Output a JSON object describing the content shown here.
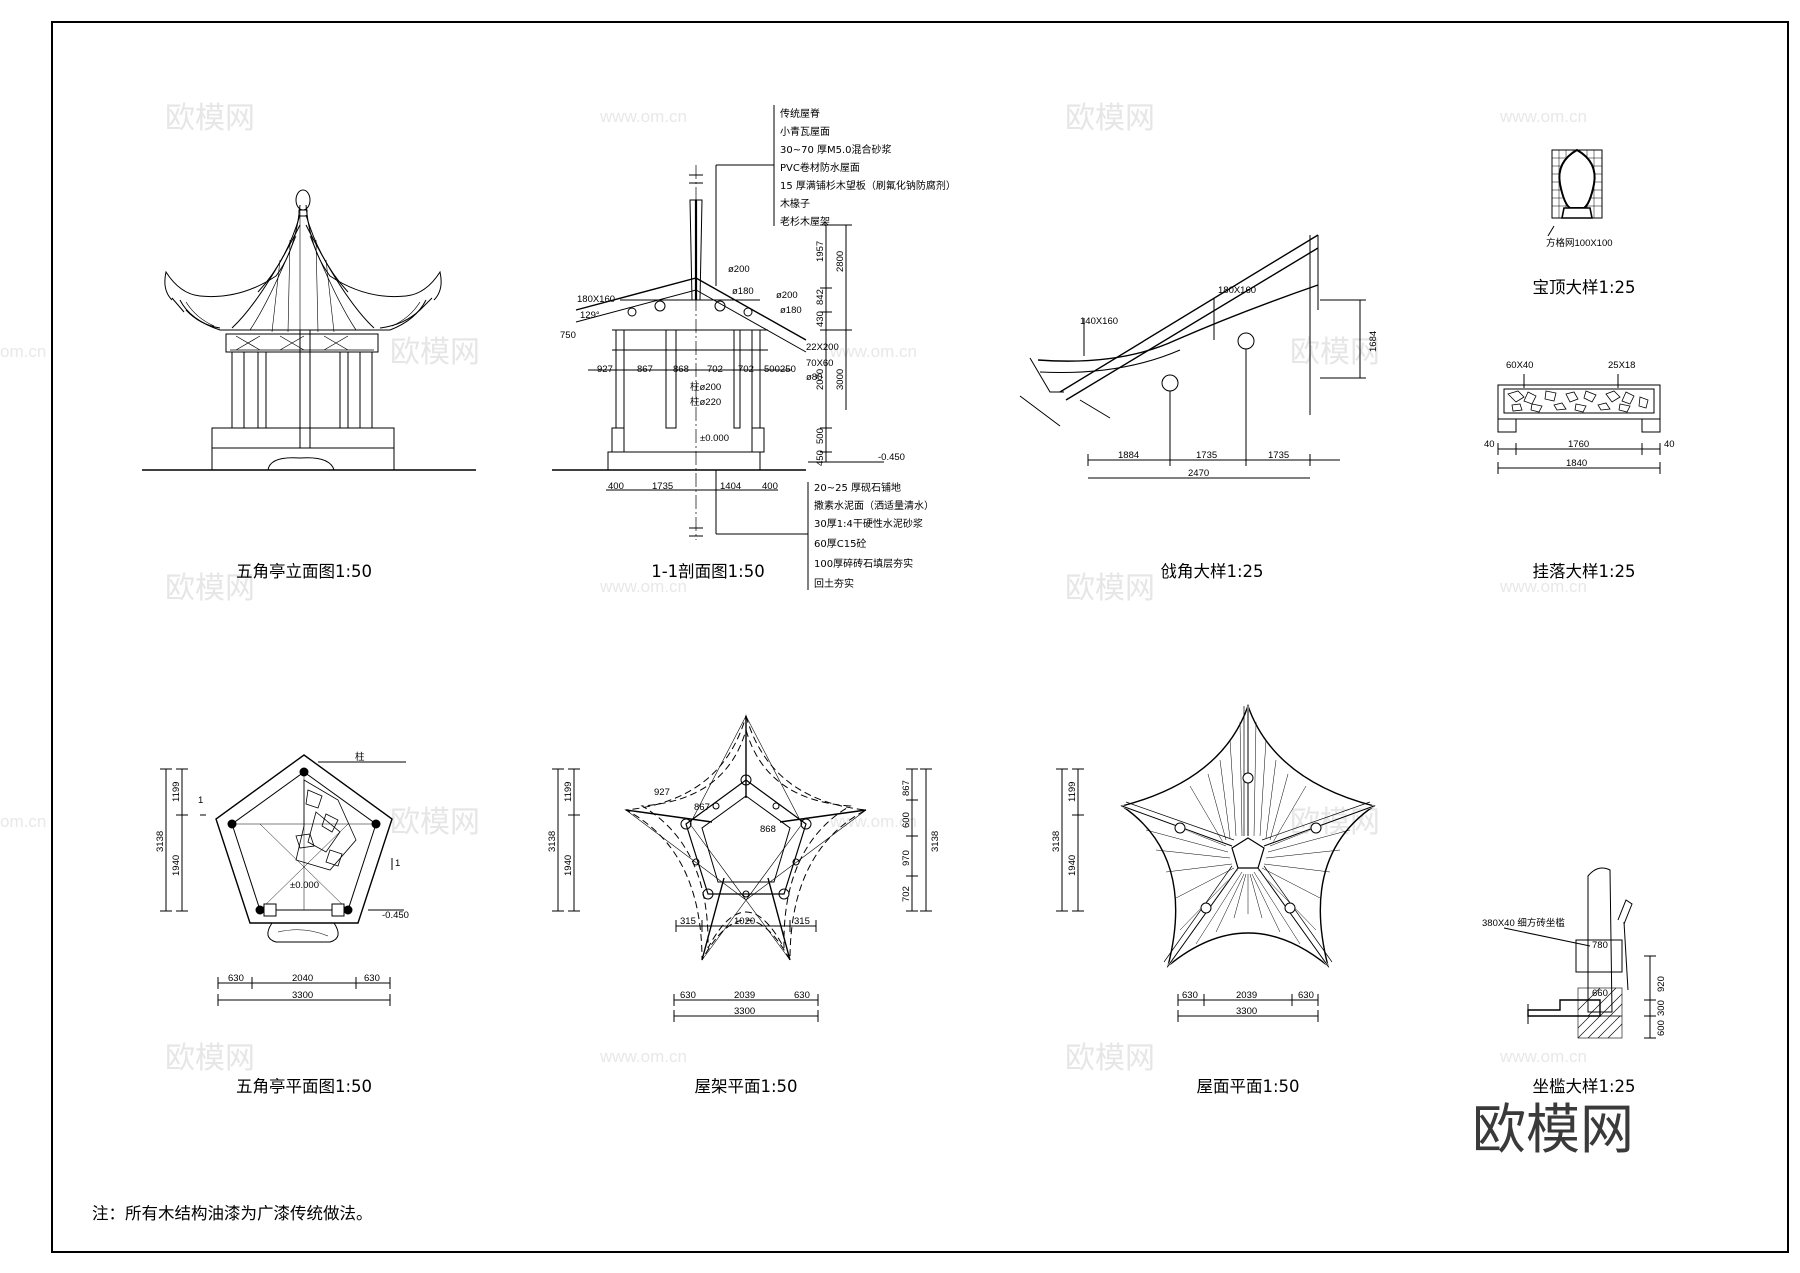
{
  "watermark": {
    "logo": "欧模网",
    "url": "www.om.cn",
    "url_edge": "om.cn"
  },
  "brand_mark": "欧模网",
  "note": "注：所有木结构油漆为广漆传统做法。",
  "drawings": {
    "elevation": {
      "title": "五角亭立面图1:50"
    },
    "section": {
      "title": "1-1剖面图1:50",
      "roof_layers": [
        "传统屋脊",
        "小青瓦屋面",
        "30~70 厚M5.0混合砂浆",
        "PVC卷材防水屋面",
        "15 厚满铺杉木望板（刷氟化钠防腐剂）",
        "木椽子",
        "老杉木屋架"
      ],
      "floor_layers": [
        "20~25 厚砚石铺地",
        "撒素水泥面（洒适量清水）",
        "30厚1:4干硬性水泥砂浆",
        "60厚C15砼",
        "100厚碎砖石填层夯实",
        "回土夯实"
      ],
      "member_labels": [
        "180X160",
        "129°",
        "750",
        "ø200",
        "ø180",
        "ø200",
        "ø180",
        "22X200",
        "70X60",
        "ø80",
        "柱ø200",
        "柱ø220",
        "±0.000",
        "-0.450"
      ],
      "dims_top": [
        "927",
        "867",
        "868",
        "702",
        "702",
        "500",
        "250"
      ],
      "dims_bottom": [
        "400",
        "1735",
        "1404",
        "400"
      ],
      "dims_right": [
        "1957",
        "842",
        "430",
        "2070",
        "500",
        "450"
      ],
      "dims_right_outer": [
        "2800",
        "3000"
      ]
    },
    "eave": {
      "title": "戗角大样1:25",
      "labels": [
        "180X160",
        "140X160",
        "1684",
        "1884",
        "1735",
        "1735",
        "2470"
      ]
    },
    "finial": {
      "title": "宝顶大样1:25",
      "label": "方格网100X100"
    },
    "hanging": {
      "title": "挂落大样1:25",
      "labels": [
        "60X40",
        "25X18"
      ],
      "dims": [
        "40",
        "1760",
        "40",
        "1840"
      ]
    },
    "plan": {
      "title": "五角亭平面图1:50",
      "labels": [
        "柱",
        "±0.000",
        "-0.450",
        "1",
        "1"
      ],
      "dims_left": [
        "1199",
        "1940",
        "3138"
      ],
      "dims_bottom": [
        "630",
        "2040",
        "630",
        "3300"
      ]
    },
    "roof_frame": {
      "title": "屋架平面1:50",
      "labels": [
        "927",
        "867",
        "868"
      ],
      "dims_left": [
        "1199",
        "1940",
        "3138"
      ],
      "dims_right": [
        "867",
        "600",
        "970",
        "702",
        "3138"
      ],
      "dims_inner": [
        "315",
        "1020",
        "315"
      ],
      "dims_bottom": [
        "630",
        "2039",
        "630",
        "3300"
      ]
    },
    "roof_plan": {
      "title": "屋面平面1:50",
      "dims_left": [
        "1199",
        "1940",
        "3138"
      ],
      "dims_bottom": [
        "630",
        "2039",
        "630",
        "3300"
      ]
    },
    "bench": {
      "title": "坐槛大样1:25",
      "labels": [
        "380X40 细方砖坐槛",
        "780",
        "660",
        "920",
        "300",
        "600"
      ]
    }
  }
}
